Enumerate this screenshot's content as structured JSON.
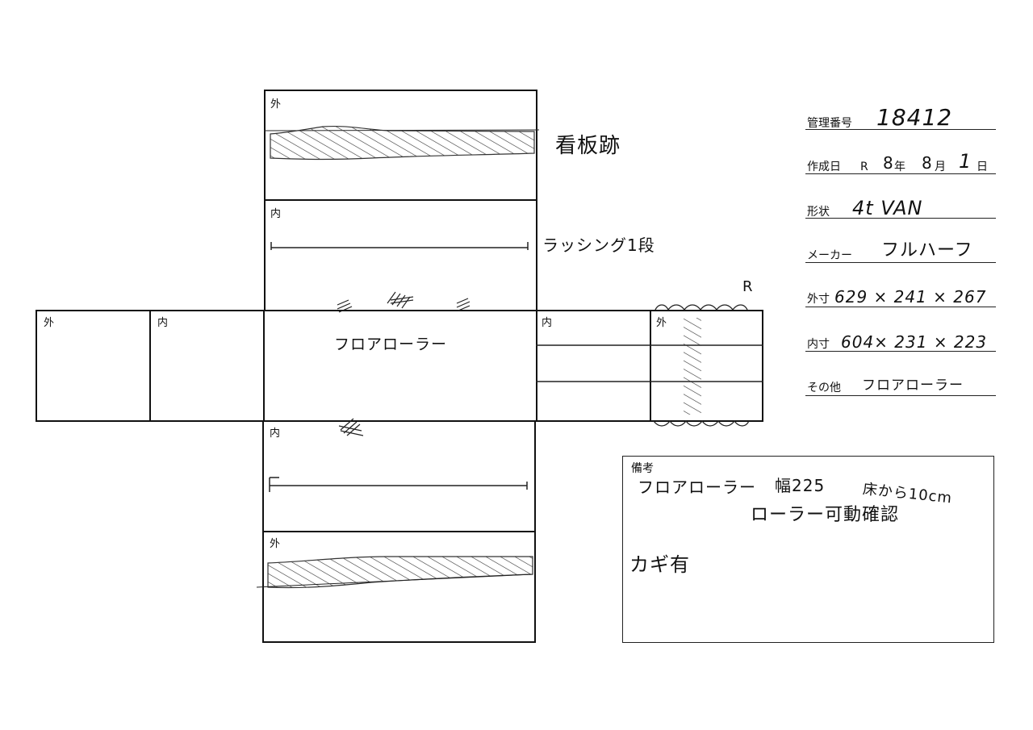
{
  "diagram": {
    "faces": {
      "top_outer_label": "外",
      "top_inner_label": "内",
      "left_outer_label": "外",
      "left_inner_label": "内",
      "floor_label": "フロアローラー",
      "right_inner_label": "内",
      "right_outer_label": "外",
      "bottom_inner_label": "内",
      "bottom_outer_label": "外"
    },
    "annotations": {
      "signboard_trace": "看板跡",
      "lashing": "ラッシング1段",
      "corner_mark": "R"
    }
  },
  "info": {
    "management_number": {
      "label": "管理番号",
      "value": "18412"
    },
    "created_date": {
      "label": "作成日",
      "era": "R",
      "year": "8",
      "year_unit": "年",
      "month": "8",
      "month_unit": "月",
      "day": "1",
      "day_unit": "日"
    },
    "shape": {
      "label": "形状",
      "value": "4t VAN"
    },
    "maker": {
      "label": "メーカー",
      "value": "フルハーフ"
    },
    "outer_dimensions": {
      "label": "外寸",
      "value": "629 × 241 × 267"
    },
    "inner_dimensions": {
      "label": "内寸",
      "value": "604× 231 × 223"
    },
    "other": {
      "label": "その他",
      "value": "フロアローラー"
    }
  },
  "remarks": {
    "label": "備考",
    "line1": "フロアローラー",
    "width_text": "幅225",
    "height_text": "床から10cm",
    "line2": "ローラー可動確認",
    "line3": "カギ有"
  }
}
